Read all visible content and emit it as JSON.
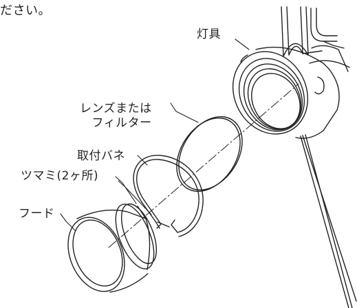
{
  "instruction_fragment": "ださい。",
  "labels": {
    "fixture": "灯具",
    "lens_line1": "レンズまたは",
    "lens_line2": "フィルター",
    "mounting_spring": "取付バネ",
    "knob": "ツマミ(2ヶ所)",
    "hood": "フード"
  },
  "colors": {
    "line": "#231f20",
    "background": "#ffffff"
  }
}
